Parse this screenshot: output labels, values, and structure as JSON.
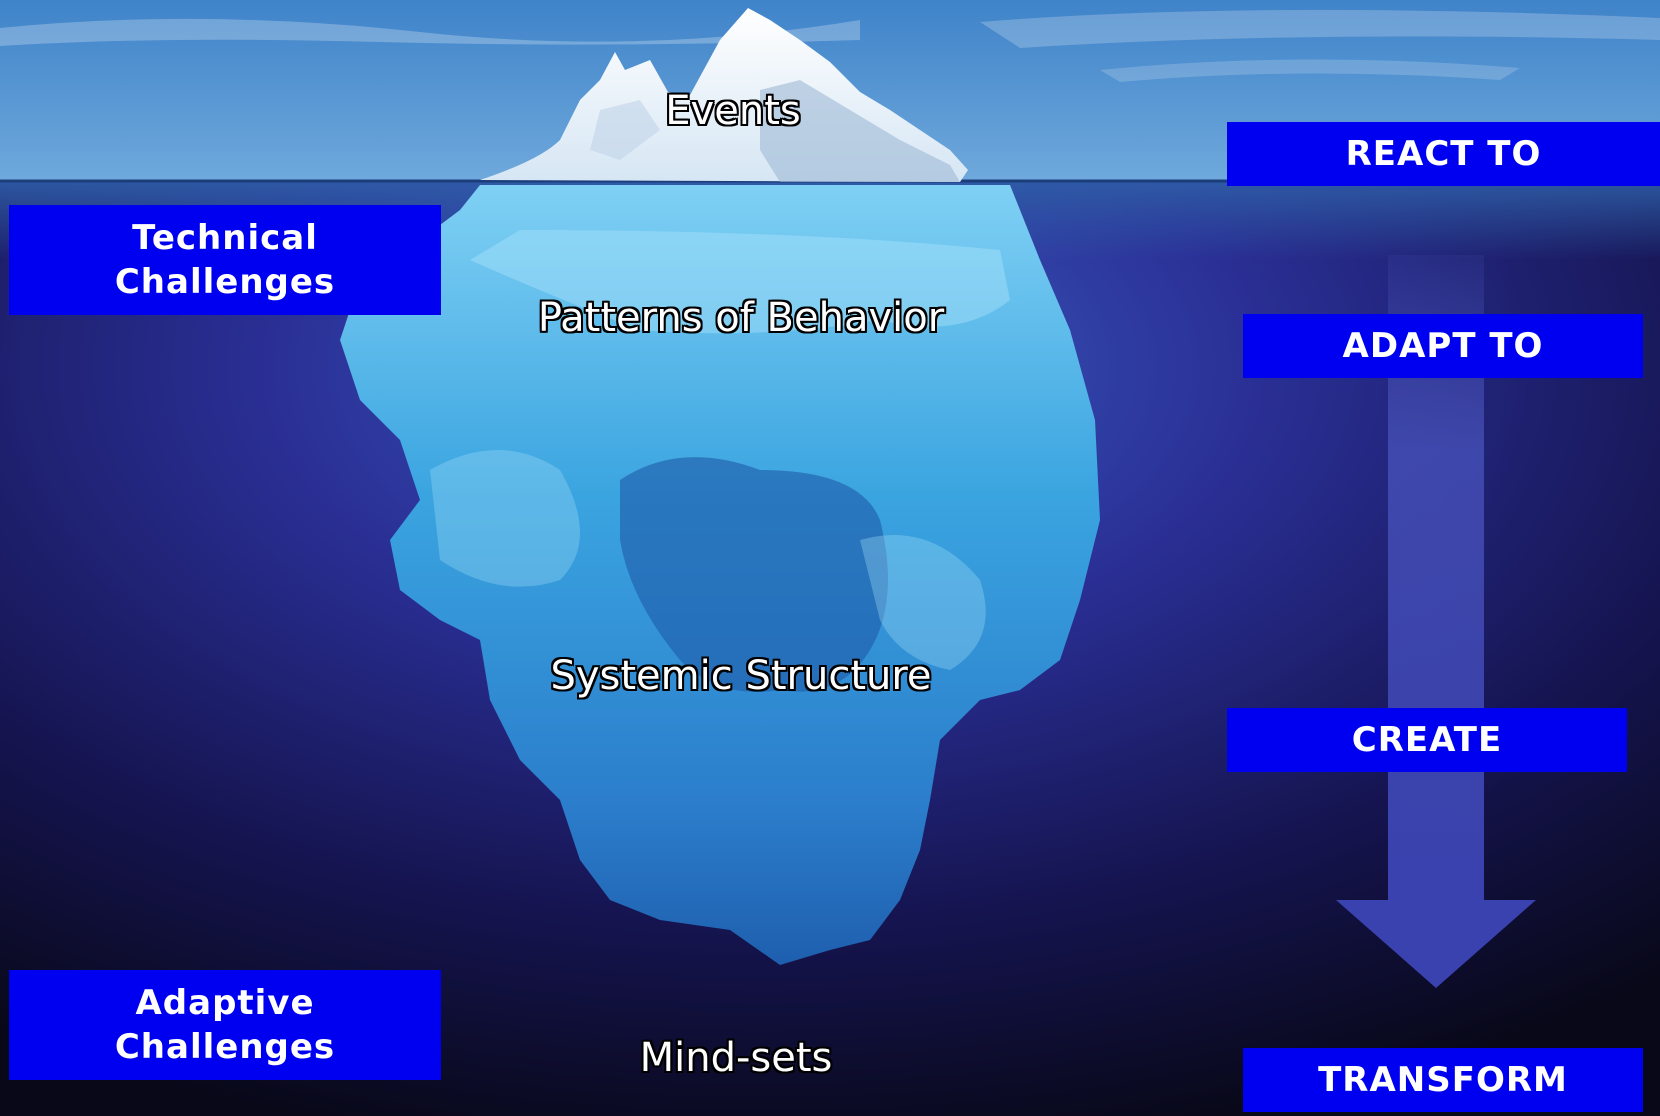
{
  "layers": {
    "events": "Events",
    "patterns": "Patterns of Behavior",
    "systemic": "Systemic Structure",
    "mindsets": "Mind-sets"
  },
  "challenges": {
    "technical": [
      "Technical",
      "Challenges"
    ],
    "adaptive": [
      "Adaptive",
      "Challenges"
    ]
  },
  "responses": {
    "react": "REACT TO",
    "adapt": "ADAPT TO",
    "create": "CREATE",
    "transform": "TRANSFORM"
  },
  "colors": {
    "label_box": "#0000f0",
    "label_text": "#ffffff",
    "sky": "#4f8fd0",
    "deep_water": "#0a0a1e",
    "arrow": "#3a42b0"
  },
  "icons": {
    "arrow": "down-arrow-icon",
    "iceberg": "iceberg-illustration"
  }
}
